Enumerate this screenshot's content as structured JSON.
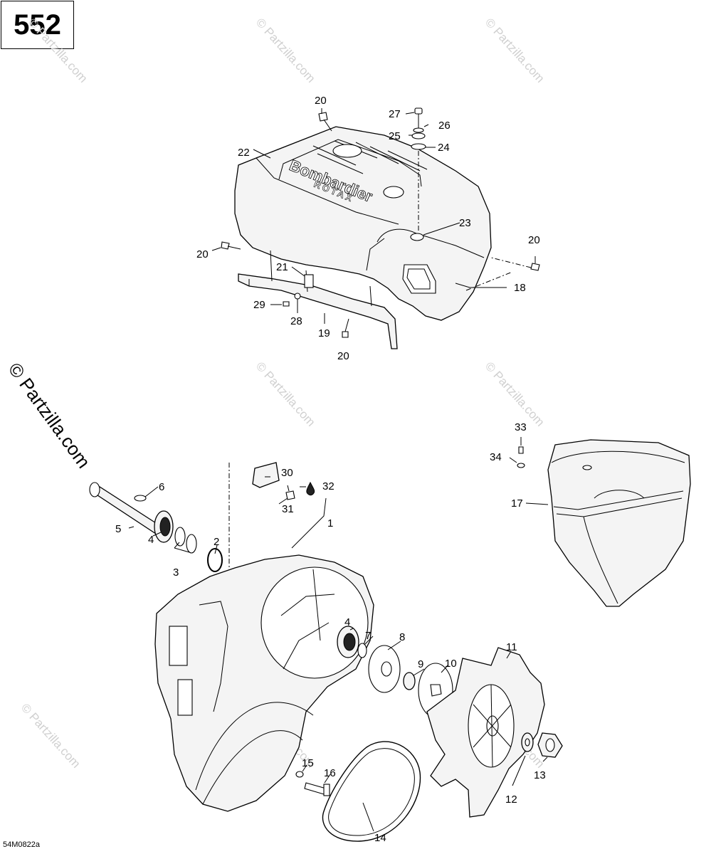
{
  "diagram": {
    "page_number": "552",
    "doc_code": "54M0822a",
    "watermark": "© Partzilla.com",
    "brand_text": "Bombardier",
    "brand_sub": "ROTAX",
    "callouts": [
      {
        "id": "c1",
        "label": "1"
      },
      {
        "id": "c2",
        "label": "2"
      },
      {
        "id": "c3",
        "label": "3"
      },
      {
        "id": "c4a",
        "label": "4"
      },
      {
        "id": "c4b",
        "label": "4"
      },
      {
        "id": "c5",
        "label": "5"
      },
      {
        "id": "c6",
        "label": "6"
      },
      {
        "id": "c7",
        "label": "7"
      },
      {
        "id": "c8",
        "label": "8"
      },
      {
        "id": "c9",
        "label": "9"
      },
      {
        "id": "c10",
        "label": "10"
      },
      {
        "id": "c11",
        "label": "11"
      },
      {
        "id": "c12",
        "label": "12"
      },
      {
        "id": "c13",
        "label": "13"
      },
      {
        "id": "c14",
        "label": "14"
      },
      {
        "id": "c15",
        "label": "15"
      },
      {
        "id": "c16",
        "label": "16"
      },
      {
        "id": "c17",
        "label": "17"
      },
      {
        "id": "c18",
        "label": "18"
      },
      {
        "id": "c19",
        "label": "19"
      },
      {
        "id": "c20a",
        "label": "20"
      },
      {
        "id": "c20b",
        "label": "20"
      },
      {
        "id": "c20c",
        "label": "20"
      },
      {
        "id": "c20d",
        "label": "20"
      },
      {
        "id": "c21",
        "label": "21"
      },
      {
        "id": "c22",
        "label": "22"
      },
      {
        "id": "c23",
        "label": "23"
      },
      {
        "id": "c24",
        "label": "24"
      },
      {
        "id": "c25",
        "label": "25"
      },
      {
        "id": "c26",
        "label": "26"
      },
      {
        "id": "c27",
        "label": "27"
      },
      {
        "id": "c28",
        "label": "28"
      },
      {
        "id": "c29",
        "label": "29"
      },
      {
        "id": "c30",
        "label": "30"
      },
      {
        "id": "c31",
        "label": "31"
      },
      {
        "id": "c32",
        "label": "32"
      },
      {
        "id": "c33",
        "label": "33"
      },
      {
        "id": "c34",
        "label": "34"
      }
    ]
  }
}
